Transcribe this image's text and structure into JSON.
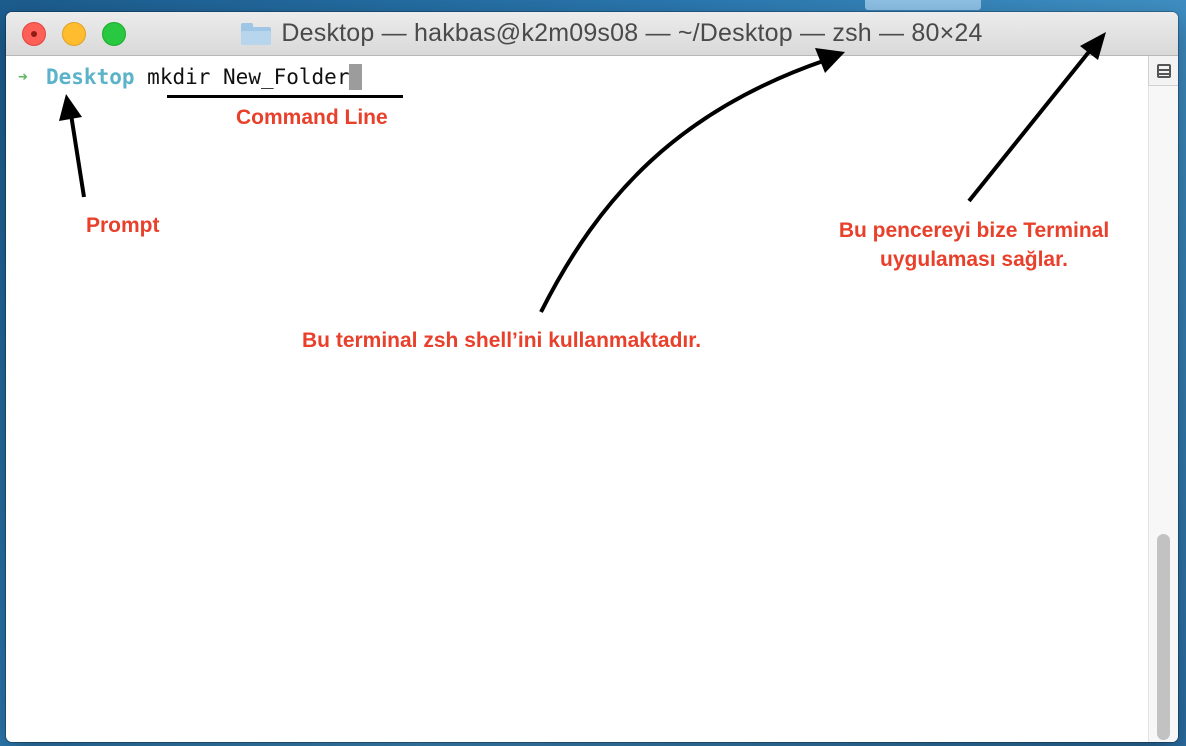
{
  "window": {
    "title": "Desktop — hakbas@k2m09s08 — ~/Desktop — zsh — 80×24"
  },
  "terminal": {
    "prompt_symbol": "➜",
    "prompt_dir": "Desktop",
    "command": "mkdir New_Folder"
  },
  "annotations": {
    "command_line": "Command Line",
    "prompt": "Prompt",
    "shell": "Bu terminal zsh shell’ini kullanmaktadır.",
    "app": "Bu pencereyi bize Terminal uygulaması sağlar."
  },
  "colors": {
    "annotation": "#e8402b",
    "prompt_arrow": "#5cb85c",
    "prompt_dir": "#5bb3c9"
  },
  "icons": [
    "close-icon",
    "minimize-icon",
    "maximize-icon",
    "folder-icon",
    "split-view-icon"
  ]
}
